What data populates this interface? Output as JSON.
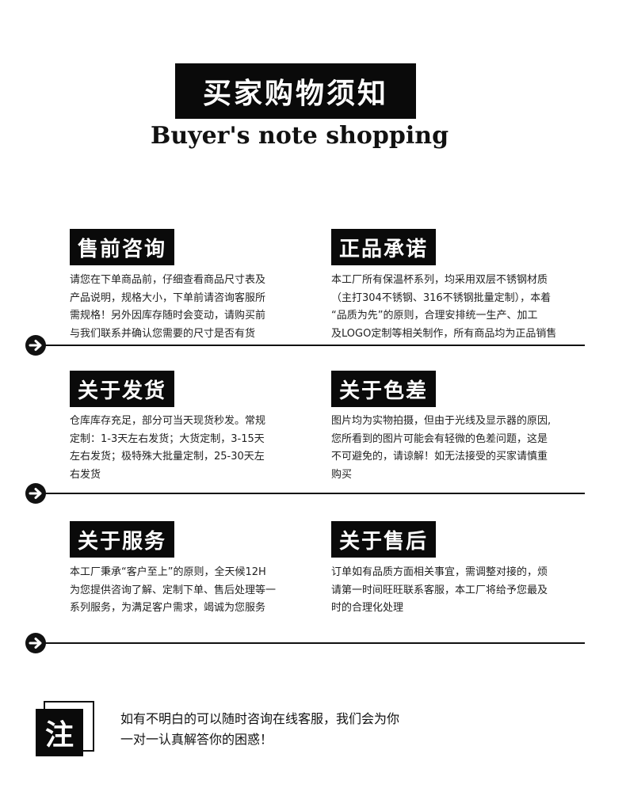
{
  "header": {
    "title": "买家购物须知",
    "subtitle": "Buyer's note shopping"
  },
  "sections": {
    "pre_sale": {
      "title": "售前咨询",
      "body": "请您在下单商品前，仔细查看商品尺寸表及\n产品说明，规格大小，下单前请咨询客服所\n需规格！另外因库存随时会变动，请购买前\n与我们联系并确认您需要的尺寸是否有货"
    },
    "genuine": {
      "title": "正品承诺",
      "body": "本工厂所有保温杯系列，均采用双层不锈钢材质\n（主打304不锈钢、316不锈钢批量定制），本着\n“品质为先”的原则，合理安排统一生产、加工\n及LOGO定制等相关制作，所有商品均为正品销售"
    },
    "shipping": {
      "title": "关于发货",
      "body": "仓库库存充足，部分可当天现货秒发。常规\n定制：1-3天左右发货；大货定制，3-15天\n左右发货；极特殊大批量定制，25-30天左\n右发货"
    },
    "color_diff": {
      "title": "关于色差",
      "body": "图片均为实物拍摄，但由于光线及显示器的原因,\n您所看到的图片可能会有轻微的色差问题，这是\n不可避免的，请谅解！如无法接受的买家请慎重\n购买"
    },
    "service": {
      "title": "关于服务",
      "body": "本工厂秉承“客户至上”的原则，全天候12H\n为您提供咨询了解、定制下单、售后处理等一\n系列服务，为满足客户需求，竭诚为您服务"
    },
    "after_sale": {
      "title": "关于售后",
      "body": "订单如有品质方面相关事宜，需调整对接的，烦\n请第一时间旺旺联系客服，本工厂将给予您最及\n时的合理化处理"
    }
  },
  "note": {
    "badge": "注",
    "text": "如有不明白的可以随时咨询在线客服，我们会为你\n一对一认真解答你的困惑！"
  },
  "icons": {
    "divider_arrow": "arrow-right-circle-icon"
  },
  "colors": {
    "primary": "#0a0a0a",
    "background": "#ffffff"
  }
}
